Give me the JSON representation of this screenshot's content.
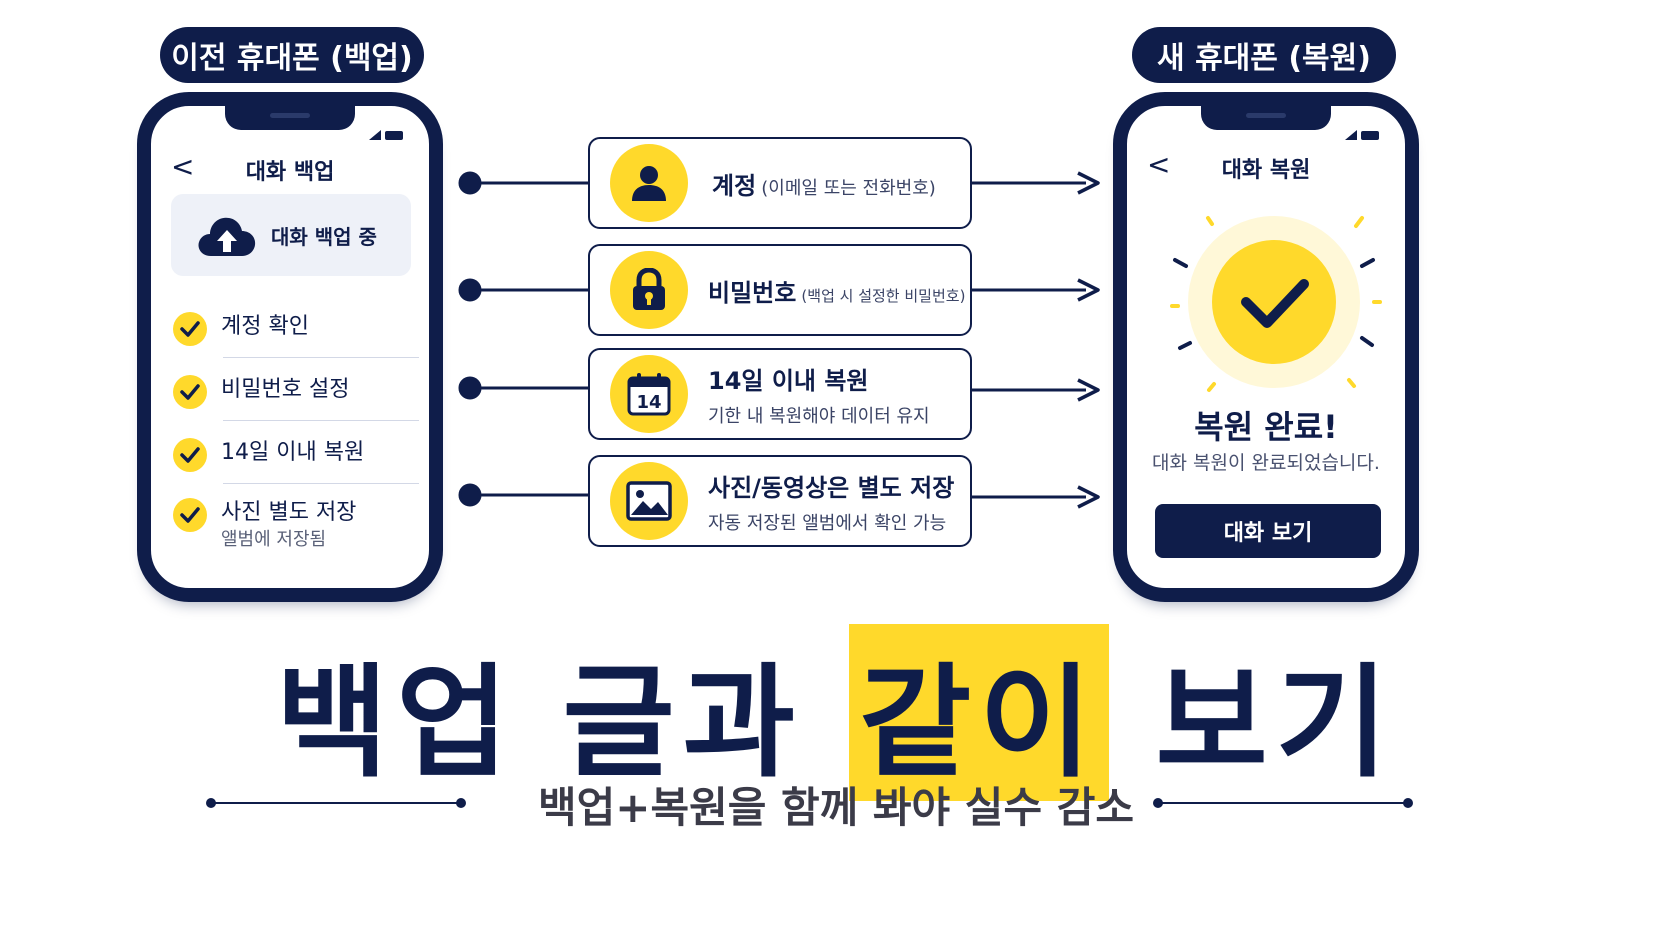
{
  "left_phone": {
    "pill": "이전 휴대폰 (백업)",
    "back": "<",
    "title": "대화 백업",
    "upload_label": "대화 백업 중",
    "checks": [
      {
        "label": "계정 확인",
        "sub": ""
      },
      {
        "label": "비밀번호 설정",
        "sub": ""
      },
      {
        "label": "14일 이내 복원",
        "sub": ""
      },
      {
        "label": "사진 별도 저장",
        "sub": "앨범에 저장됨"
      }
    ]
  },
  "cards": [
    {
      "icon": "user-icon",
      "title": "계정",
      "inline": "(이메일 또는 전화번호)",
      "sub": ""
    },
    {
      "icon": "lock-icon",
      "title": "비밀번호",
      "inline": "(백업 시 설정한 비밀번호)",
      "sub": ""
    },
    {
      "icon": "calendar-icon",
      "calendar_day": "14",
      "title": "14일 이내 복원",
      "inline": "",
      "sub": "기한 내 복원해야 데이터 유지"
    },
    {
      "icon": "image-icon",
      "title": "사진/동영상은 별도 저장",
      "inline": "",
      "sub": "자동 저장된 앨범에서 확인 가능"
    }
  ],
  "right_phone": {
    "pill": "새 휴대폰 (복원)",
    "back": "<",
    "title": "대화 복원",
    "done_title": "복원 완료!",
    "done_sub": "대화 복원이 완료되었습니다.",
    "button": "대화 보기"
  },
  "headline": {
    "part1": "백업",
    "part2": "글과",
    "part3": "같이",
    "part4": "보기"
  },
  "subline": "백업+복원을 함께 봐야 실수 감소",
  "colors": {
    "navy": "#0f1d4a",
    "yellow": "#ffd92b"
  }
}
